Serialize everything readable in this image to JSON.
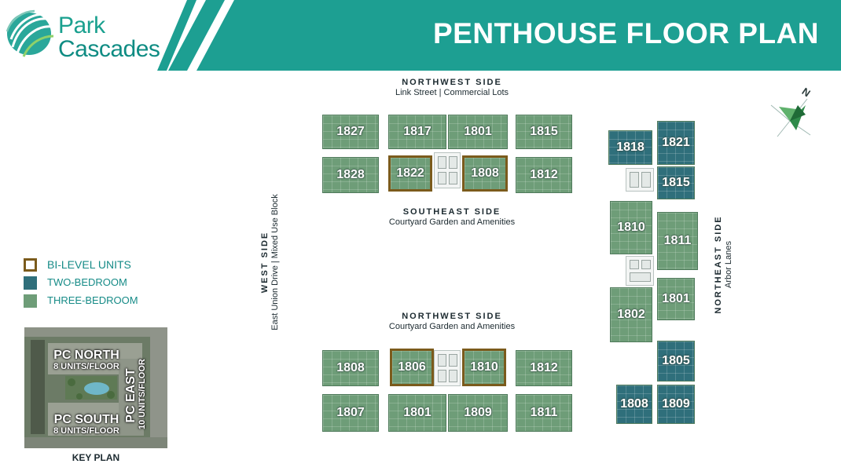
{
  "brand": {
    "line1": "Park",
    "line2": "Cascades"
  },
  "title": "PENTHOUSE FLOOR PLAN",
  "colors": {
    "teal_band": "#1d9f92",
    "three_bedroom": "#6e9d78",
    "two_bedroom": "#2f6f7b",
    "bi_level_border": "#7b5b1c"
  },
  "north_tower": {
    "top_label": {
      "title": "NORTHWEST SIDE",
      "sub": "Link Street | Commercial Lots"
    },
    "bottom_label": {
      "title": "SOUTHEAST SIDE",
      "sub": "Courtyard Garden and Amenities"
    },
    "units": [
      "1827",
      "1817",
      "1801",
      "1815",
      "1828",
      "1822",
      "1808",
      "1812"
    ]
  },
  "south_tower": {
    "top_label": {
      "title": "NORTHWEST SIDE",
      "sub": "Courtyard Garden and Amenities"
    },
    "units": [
      "1808",
      "1806",
      "1810",
      "1812",
      "1807",
      "1801",
      "1809",
      "1811"
    ]
  },
  "east_tower": {
    "units": [
      "1818",
      "1821",
      "1815",
      "1810",
      "1811",
      "1801",
      "1802",
      "1805",
      "1808",
      "1809"
    ]
  },
  "west_label": {
    "title": "WEST SIDE",
    "sub": "East Union Drive | Mixed Use Block"
  },
  "northeast_label": {
    "title": "NORTHEAST SIDE",
    "sub": "Arbor Lanes"
  },
  "compass": {
    "letter": "N"
  },
  "legend": [
    {
      "label": "BI-LEVEL UNITS",
      "kind": "bi-level"
    },
    {
      "label": "TWO-BEDROOM",
      "kind": "two-bedroom"
    },
    {
      "label": "THREE-BEDROOM",
      "kind": "three-bedroom"
    }
  ],
  "key_plan": {
    "north": {
      "name": "PC NORTH",
      "units": "8 UNITS/FLOOR"
    },
    "south": {
      "name": "PC SOUTH",
      "units": "8 UNITS/FLOOR"
    },
    "east": {
      "name": "PC EAST",
      "units": "10 UNITS/FLOOR"
    },
    "caption": "KEY PLAN"
  }
}
